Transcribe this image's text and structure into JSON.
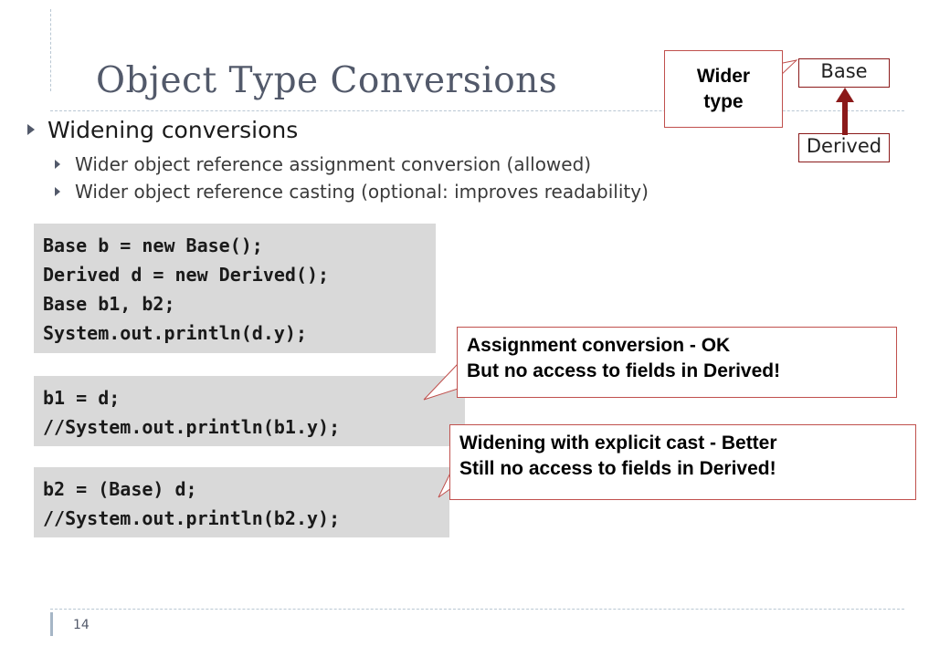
{
  "slide": {
    "title": "Object Type Conversions",
    "page_number": "14"
  },
  "bullets": {
    "main": "Widening conversions",
    "sub": [
      "Wider object reference assignment conversion (allowed)",
      "Wider object reference casting (optional: improves readability)"
    ]
  },
  "code_blocks": [
    "Base b = new Base();\nDerived d = new Derived();\nBase b1, b2;\nSystem.out.println(d.y);",
    "b1 = d;\n//System.out.println(b1.y);",
    "b2 = (Base) d;\n//System.out.println(b2.y);"
  ],
  "callouts": {
    "assignment": "Assignment conversion - OK\nBut no access to fields in Derived!",
    "cast": "Widening with explicit cast - Better\nStill no access to fields in Derived!",
    "wider": "Wider\ntype"
  },
  "diagram": {
    "base": "Base",
    "derived": "Derived",
    "arrow_color": "#8b1a1a"
  },
  "colors": {
    "title": "#52596a",
    "code_bg": "#d9d9d9",
    "callout_border": "#c0504d"
  }
}
